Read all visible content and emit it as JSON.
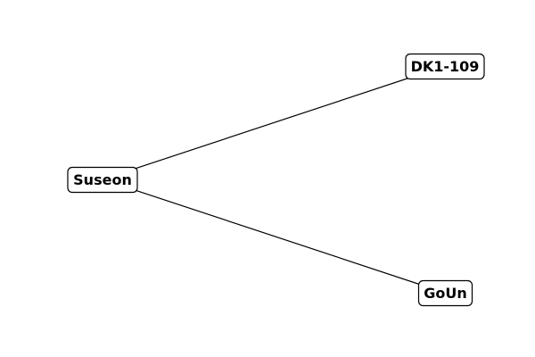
{
  "diagram": {
    "type": "tree",
    "nodes": [
      {
        "id": "suseon",
        "label": "Suseon"
      },
      {
        "id": "dk1-109",
        "label": "DK1-109"
      },
      {
        "id": "goun",
        "label": "GoUn"
      }
    ],
    "edges": [
      {
        "from": "suseon",
        "to": "dk1-109"
      },
      {
        "from": "suseon",
        "to": "goun"
      }
    ]
  },
  "colors": {
    "background": "#ffffff",
    "line": "#000000",
    "node_fill": "#ffffff",
    "node_border": "#000000",
    "text": "#000000"
  }
}
